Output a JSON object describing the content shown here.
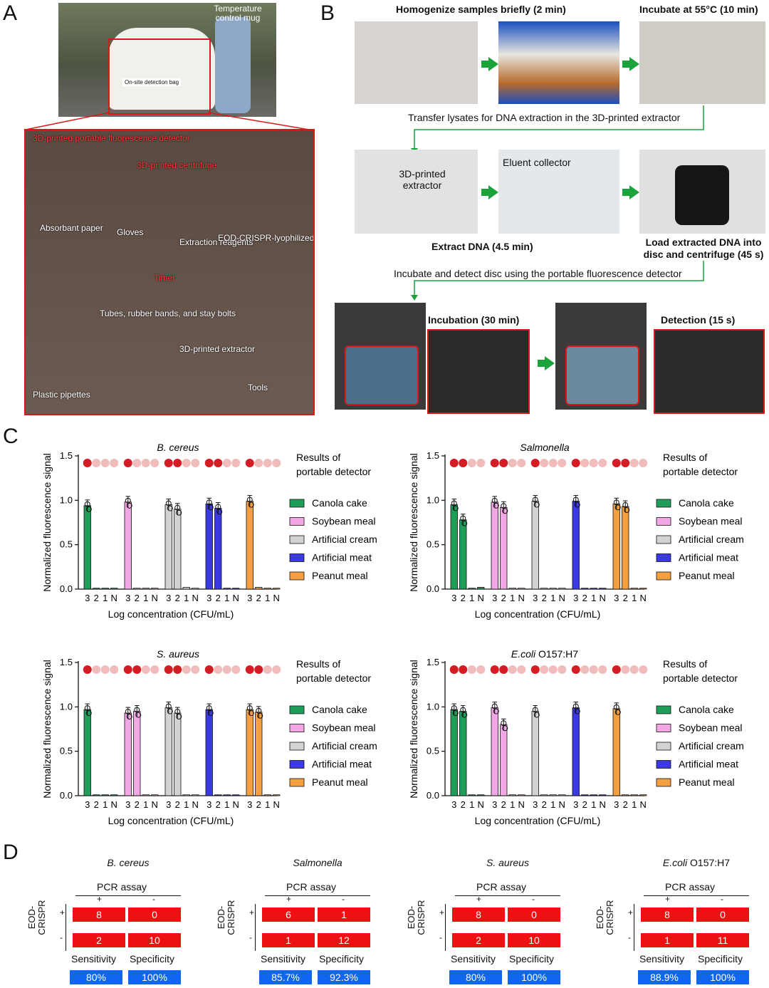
{
  "panels": {
    "a": "A",
    "b": "B",
    "c": "C",
    "d": "D"
  },
  "panelA": {
    "top_labels": [
      "Temperature control mug",
      "On-site detection bag"
    ],
    "items": [
      "3D-printed portable fluorescence detector",
      "3D-printed centrifuge",
      "Absorbant paper",
      "Gloves",
      "Extraction reagents",
      "EOD-CRISPR-lyophilized discs",
      "Timer",
      "Tubes, rubber bands, and stay bolts",
      "3D-printed extractor",
      "Tools",
      "Plastic pipettes"
    ]
  },
  "panelB": {
    "step1": "Homogenize samples briefly (2 min)",
    "step2": "Incubate at 55°C (10 min)",
    "transfer": "Transfer lysates for DNA extraction in the 3D-printed extractor",
    "extractor_label": "3D-printed extractor",
    "eluent": "Eluent collector",
    "extract": "Extract DNA (4.5 min)",
    "load": "Load extracted DNA into disc and centrifuge (45 s)",
    "incubate_detect": "Incubate and detect disc using the portable fluorescence detector",
    "incubation": "Incubation (30 min)",
    "detection": "Detection (15 s)"
  },
  "colors": {
    "canola": "#1f9e5a",
    "soybean": "#f2a8e4",
    "cream": "#d3d3d3",
    "meat": "#3a3ae0",
    "peanut": "#f5a040",
    "dot_on": "#d41c24",
    "dot_off": "#f0bcbc",
    "red_cell": "#ee1111",
    "blue_cell": "#1166ee",
    "green": "#1aa33a"
  },
  "chart_common": {
    "ylabel": "Normalized fluorescence signal",
    "xlabel": "Log concentration (CFU/mL)",
    "legend_title": "Results of portable detector",
    "legend_title_1": "Results of",
    "legend_title_2": "portable detector",
    "yticks": [
      "0.0",
      "0.5",
      "1.0",
      "1.5"
    ],
    "tick_labels": [
      "3",
      "2",
      "1",
      "N"
    ],
    "legend": [
      "Canola cake",
      "Soybean meal",
      "Artificial cream",
      "Artificial meat",
      "Peanut meal"
    ]
  },
  "chart_data": [
    {
      "type": "bar",
      "title": "B. cereus",
      "title_suffix": "",
      "ylim": [
        0,
        1.5
      ],
      "categories": [
        "3",
        "2",
        "1",
        "N"
      ],
      "series": [
        {
          "name": "Canola cake",
          "values": [
            0.94,
            0.01,
            0.01,
            0.01
          ],
          "detector": [
            1,
            0,
            0,
            0
          ]
        },
        {
          "name": "Soybean meal",
          "values": [
            0.98,
            0.01,
            0.01,
            0.01
          ],
          "detector": [
            1,
            0,
            0,
            0
          ]
        },
        {
          "name": "Artificial cream",
          "values": [
            0.95,
            0.9,
            0.02,
            0.01
          ],
          "detector": [
            1,
            1,
            0,
            0
          ]
        },
        {
          "name": "Artificial meat",
          "values": [
            0.96,
            0.91,
            0.01,
            0.01
          ],
          "detector": [
            1,
            1,
            0,
            0
          ]
        },
        {
          "name": "Peanut meal",
          "values": [
            0.99,
            0.02,
            0.01,
            0.01
          ],
          "detector": [
            1,
            0,
            0,
            0
          ]
        }
      ]
    },
    {
      "type": "bar",
      "title": "Salmonella",
      "title_suffix": "",
      "ylim": [
        0,
        1.5
      ],
      "categories": [
        "3",
        "2",
        "1",
        "N"
      ],
      "series": [
        {
          "name": "Canola cake",
          "values": [
            0.95,
            0.78,
            0.01,
            0.02
          ],
          "detector": [
            1,
            1,
            0,
            0
          ]
        },
        {
          "name": "Soybean meal",
          "values": [
            0.98,
            0.92,
            0.01,
            0.01
          ],
          "detector": [
            1,
            1,
            0,
            0
          ]
        },
        {
          "name": "Artificial cream",
          "values": [
            0.99,
            0.01,
            0.01,
            0.01
          ],
          "detector": [
            1,
            0,
            0,
            0
          ]
        },
        {
          "name": "Artificial meat",
          "values": [
            0.99,
            0.01,
            0.01,
            0.01
          ],
          "detector": [
            1,
            0,
            0,
            0
          ]
        },
        {
          "name": "Peanut meal",
          "values": [
            0.96,
            0.93,
            0.01,
            0.01
          ],
          "detector": [
            1,
            1,
            0,
            0
          ]
        }
      ]
    },
    {
      "type": "bar",
      "title": "S. aureus",
      "title_suffix": "",
      "ylim": [
        0,
        1.5
      ],
      "categories": [
        "3",
        "2",
        "1",
        "N"
      ],
      "series": [
        {
          "name": "Canola cake",
          "values": [
            0.97,
            0.01,
            0.01,
            0.01
          ],
          "detector": [
            1,
            0,
            0,
            0
          ]
        },
        {
          "name": "Soybean meal",
          "values": [
            0.93,
            0.95,
            0.01,
            0.01
          ],
          "detector": [
            1,
            1,
            0,
            0
          ]
        },
        {
          "name": "Artificial cream",
          "values": [
            0.99,
            0.93,
            0.01,
            0.01
          ],
          "detector": [
            1,
            1,
            0,
            0
          ]
        },
        {
          "name": "Artificial meat",
          "values": [
            0.97,
            0.01,
            0.01,
            0.01
          ],
          "detector": [
            1,
            0,
            0,
            0
          ]
        },
        {
          "name": "Peanut meal",
          "values": [
            0.97,
            0.94,
            0.01,
            0.01
          ],
          "detector": [
            1,
            1,
            0,
            0
          ]
        }
      ]
    },
    {
      "type": "bar",
      "title": "E.coli",
      "title_suffix": " O157:H7",
      "ylim": [
        0,
        1.5
      ],
      "categories": [
        "3",
        "2",
        "1",
        "N"
      ],
      "series": [
        {
          "name": "Canola cake",
          "values": [
            0.97,
            0.95,
            0.01,
            0.01
          ],
          "detector": [
            1,
            1,
            0,
            0
          ]
        },
        {
          "name": "Soybean meal",
          "values": [
            0.99,
            0.8,
            0.01,
            0.01
          ],
          "detector": [
            1,
            1,
            0,
            0
          ]
        },
        {
          "name": "Artificial cream",
          "values": [
            0.95,
            0.01,
            0.01,
            0.01
          ],
          "detector": [
            1,
            0,
            0,
            0
          ]
        },
        {
          "name": "Artificial meat",
          "values": [
            0.99,
            0.01,
            0.01,
            0.01
          ],
          "detector": [
            1,
            0,
            0,
            0
          ]
        },
        {
          "name": "Peanut meal",
          "values": [
            0.98,
            0.01,
            0.01,
            0.01
          ],
          "detector": [
            1,
            0,
            0,
            0
          ]
        }
      ]
    }
  ],
  "panelD": {
    "pcr": "PCR assay",
    "plus": "+",
    "minus": "-",
    "eod": "EOD-CRISPR",
    "sens": "Sensitivity",
    "spec": "Specificity",
    "tables": [
      {
        "title": "B. cereus",
        "suffix": "",
        "cells": [
          "8",
          "0",
          "2",
          "10"
        ],
        "sensitivity": "80%",
        "specificity": "100%"
      },
      {
        "title": "Salmonella",
        "suffix": "",
        "cells": [
          "6",
          "1",
          "1",
          "12"
        ],
        "sensitivity": "85.7%",
        "specificity": "92.3%"
      },
      {
        "title": "S. aureus",
        "suffix": "",
        "cells": [
          "8",
          "0",
          "2",
          "10"
        ],
        "sensitivity": "80%",
        "specificity": "100%"
      },
      {
        "title": "E.coli",
        "suffix": " O157:H7",
        "cells": [
          "8",
          "0",
          "1",
          "11"
        ],
        "sensitivity": "88.9%",
        "specificity": "100%"
      }
    ]
  }
}
